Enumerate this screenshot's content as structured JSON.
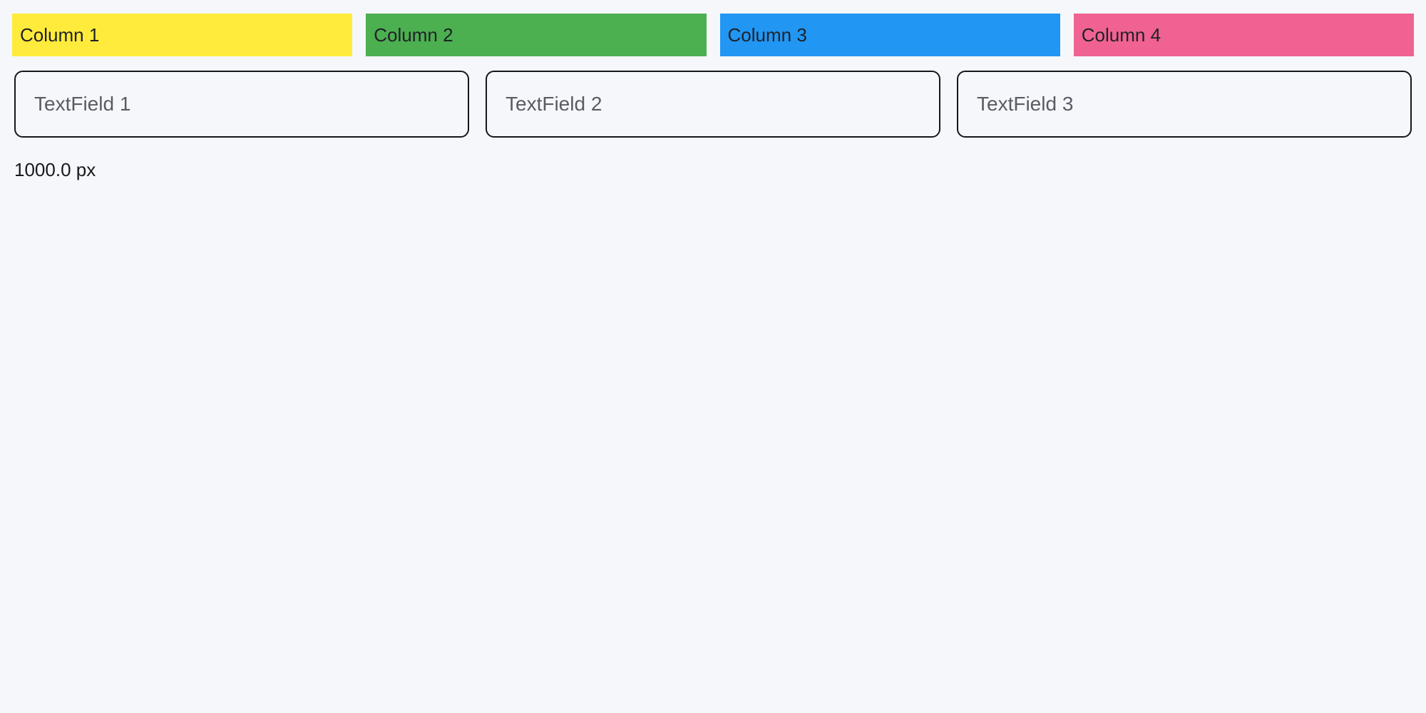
{
  "page": {
    "background": "#f6f7fb",
    "width_label": "1000.0 px"
  },
  "columns": [
    {
      "label": "Column 1",
      "color": "#ffeb3b"
    },
    {
      "label": "Column 2",
      "color": "#4caf50"
    },
    {
      "label": "Column 3",
      "color": "#2196f3"
    },
    {
      "label": "Column 4",
      "color": "#f06292"
    }
  ],
  "textfields": [
    {
      "placeholder": "TextField 1",
      "value": ""
    },
    {
      "placeholder": "TextField 2",
      "value": ""
    },
    {
      "placeholder": "TextField 3",
      "value": ""
    }
  ]
}
